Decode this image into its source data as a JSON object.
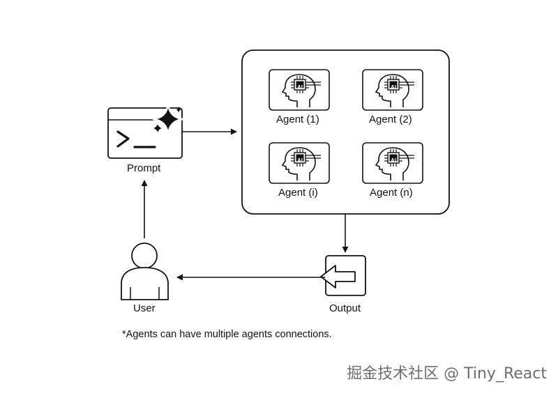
{
  "diagram": {
    "prompt_label": "Prompt",
    "user_label": "User",
    "output_label": "Output",
    "agents": [
      {
        "label": "Agent (1)",
        "chip_text": "AI"
      },
      {
        "label": "Agent (2)",
        "chip_text": "AI"
      },
      {
        "label": "Agent (i)",
        "chip_text": "AI"
      },
      {
        "label": "Agent (n)",
        "chip_text": "AI"
      }
    ],
    "footnote": "*Agents can have multiple agents connections.",
    "watermark": "掘金技术社区 @ Tiny_React"
  }
}
